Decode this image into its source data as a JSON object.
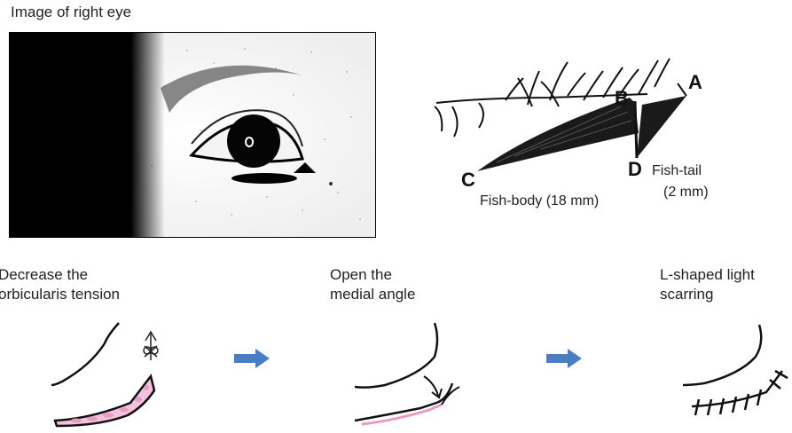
{
  "photo": {
    "title": "Image of right eye"
  },
  "sketch": {
    "point_a": "A",
    "point_b": "B",
    "point_c": "C",
    "point_d": "D",
    "fish_tail": "Fish-tail",
    "fish_tail_size": "(2 mm)",
    "fish_body": "Fish-body (18 mm)"
  },
  "steps": [
    {
      "line1": "Decrease the",
      "line2": "orbicularis tension"
    },
    {
      "line1": "Open the",
      "line2": "medial angle"
    },
    {
      "line1": "L-shaped light",
      "line2": "scarring"
    }
  ],
  "colors": {
    "arrow": "#4a7ec2",
    "pink": "#f4c2dc",
    "pink_dots": "#e79ac4",
    "ink": "#111111"
  },
  "icons": [
    "right-arrow-icon",
    "right-arrow-icon"
  ]
}
